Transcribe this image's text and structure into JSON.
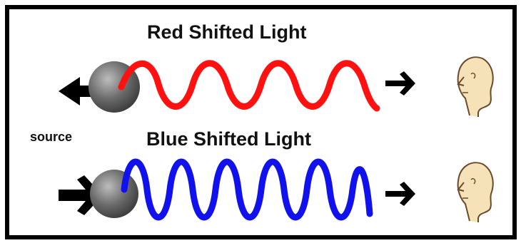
{
  "diagram": {
    "red_title": "Red Shifted Light",
    "blue_title": "Blue Shifted Light",
    "source_label": "source",
    "colors": {
      "red_wave": "#ff1111",
      "blue_wave": "#1111ee",
      "arrow": "#000000",
      "source": "#555555",
      "head": "#f6e2b9"
    },
    "icons": [
      "arrow-left-icon",
      "arrow-right-icon",
      "source-sphere-icon",
      "observer-head-icon"
    ]
  }
}
